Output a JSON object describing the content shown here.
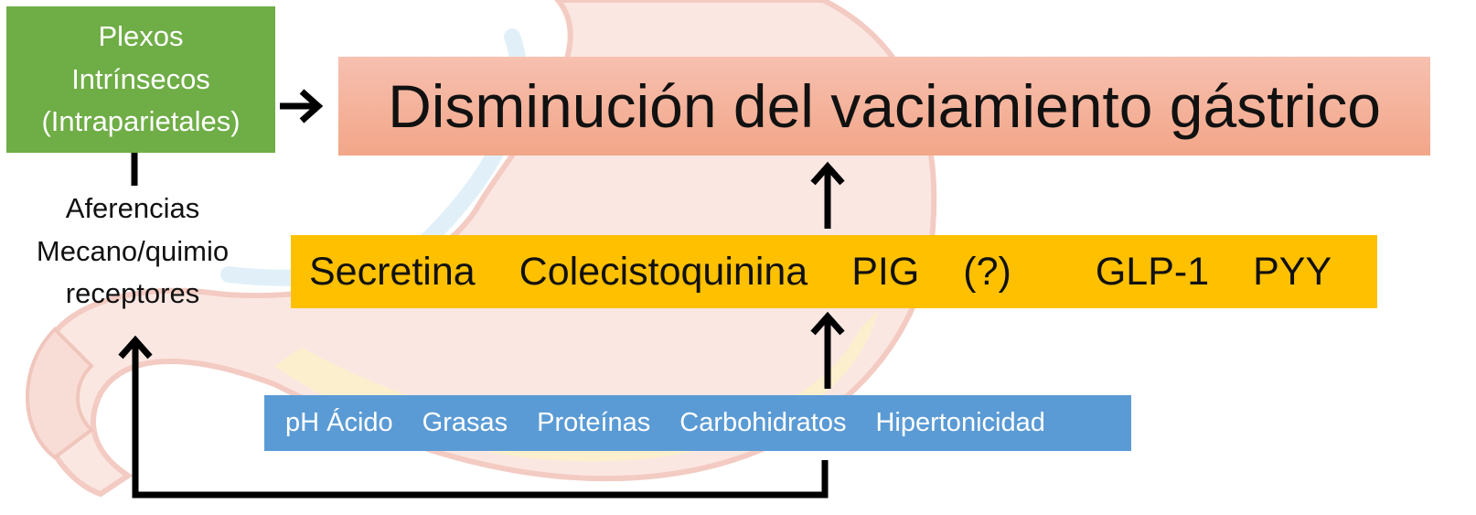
{
  "plexos": {
    "lines": [
      "Plexos",
      "Intrínsecos",
      "(Intraparietales)"
    ]
  },
  "outcome": {
    "text": "Disminución del vaciamiento gástrico"
  },
  "afferents": {
    "lines": [
      "Aferencias",
      "Mecano/quimio",
      "receptores"
    ]
  },
  "hormones": [
    "Secretina",
    "Colecistoquinina",
    "PIG",
    "(?)",
    "GLP-1",
    "PYY"
  ],
  "stimuli": [
    "pH Ácido",
    "Grasas",
    "Proteínas",
    "Carbohidratos",
    "Hipertonicidad"
  ],
  "colors": {
    "plexos_box": "#6fad46",
    "outcome_box": "#f2a688",
    "hormones_box": "#ffc000",
    "stimuli_box": "#5b9bd5",
    "arrow": "#000000",
    "background_illustration": "#f6d2cc"
  },
  "background": {
    "illustration": "stomach-anatomy-watermark"
  }
}
